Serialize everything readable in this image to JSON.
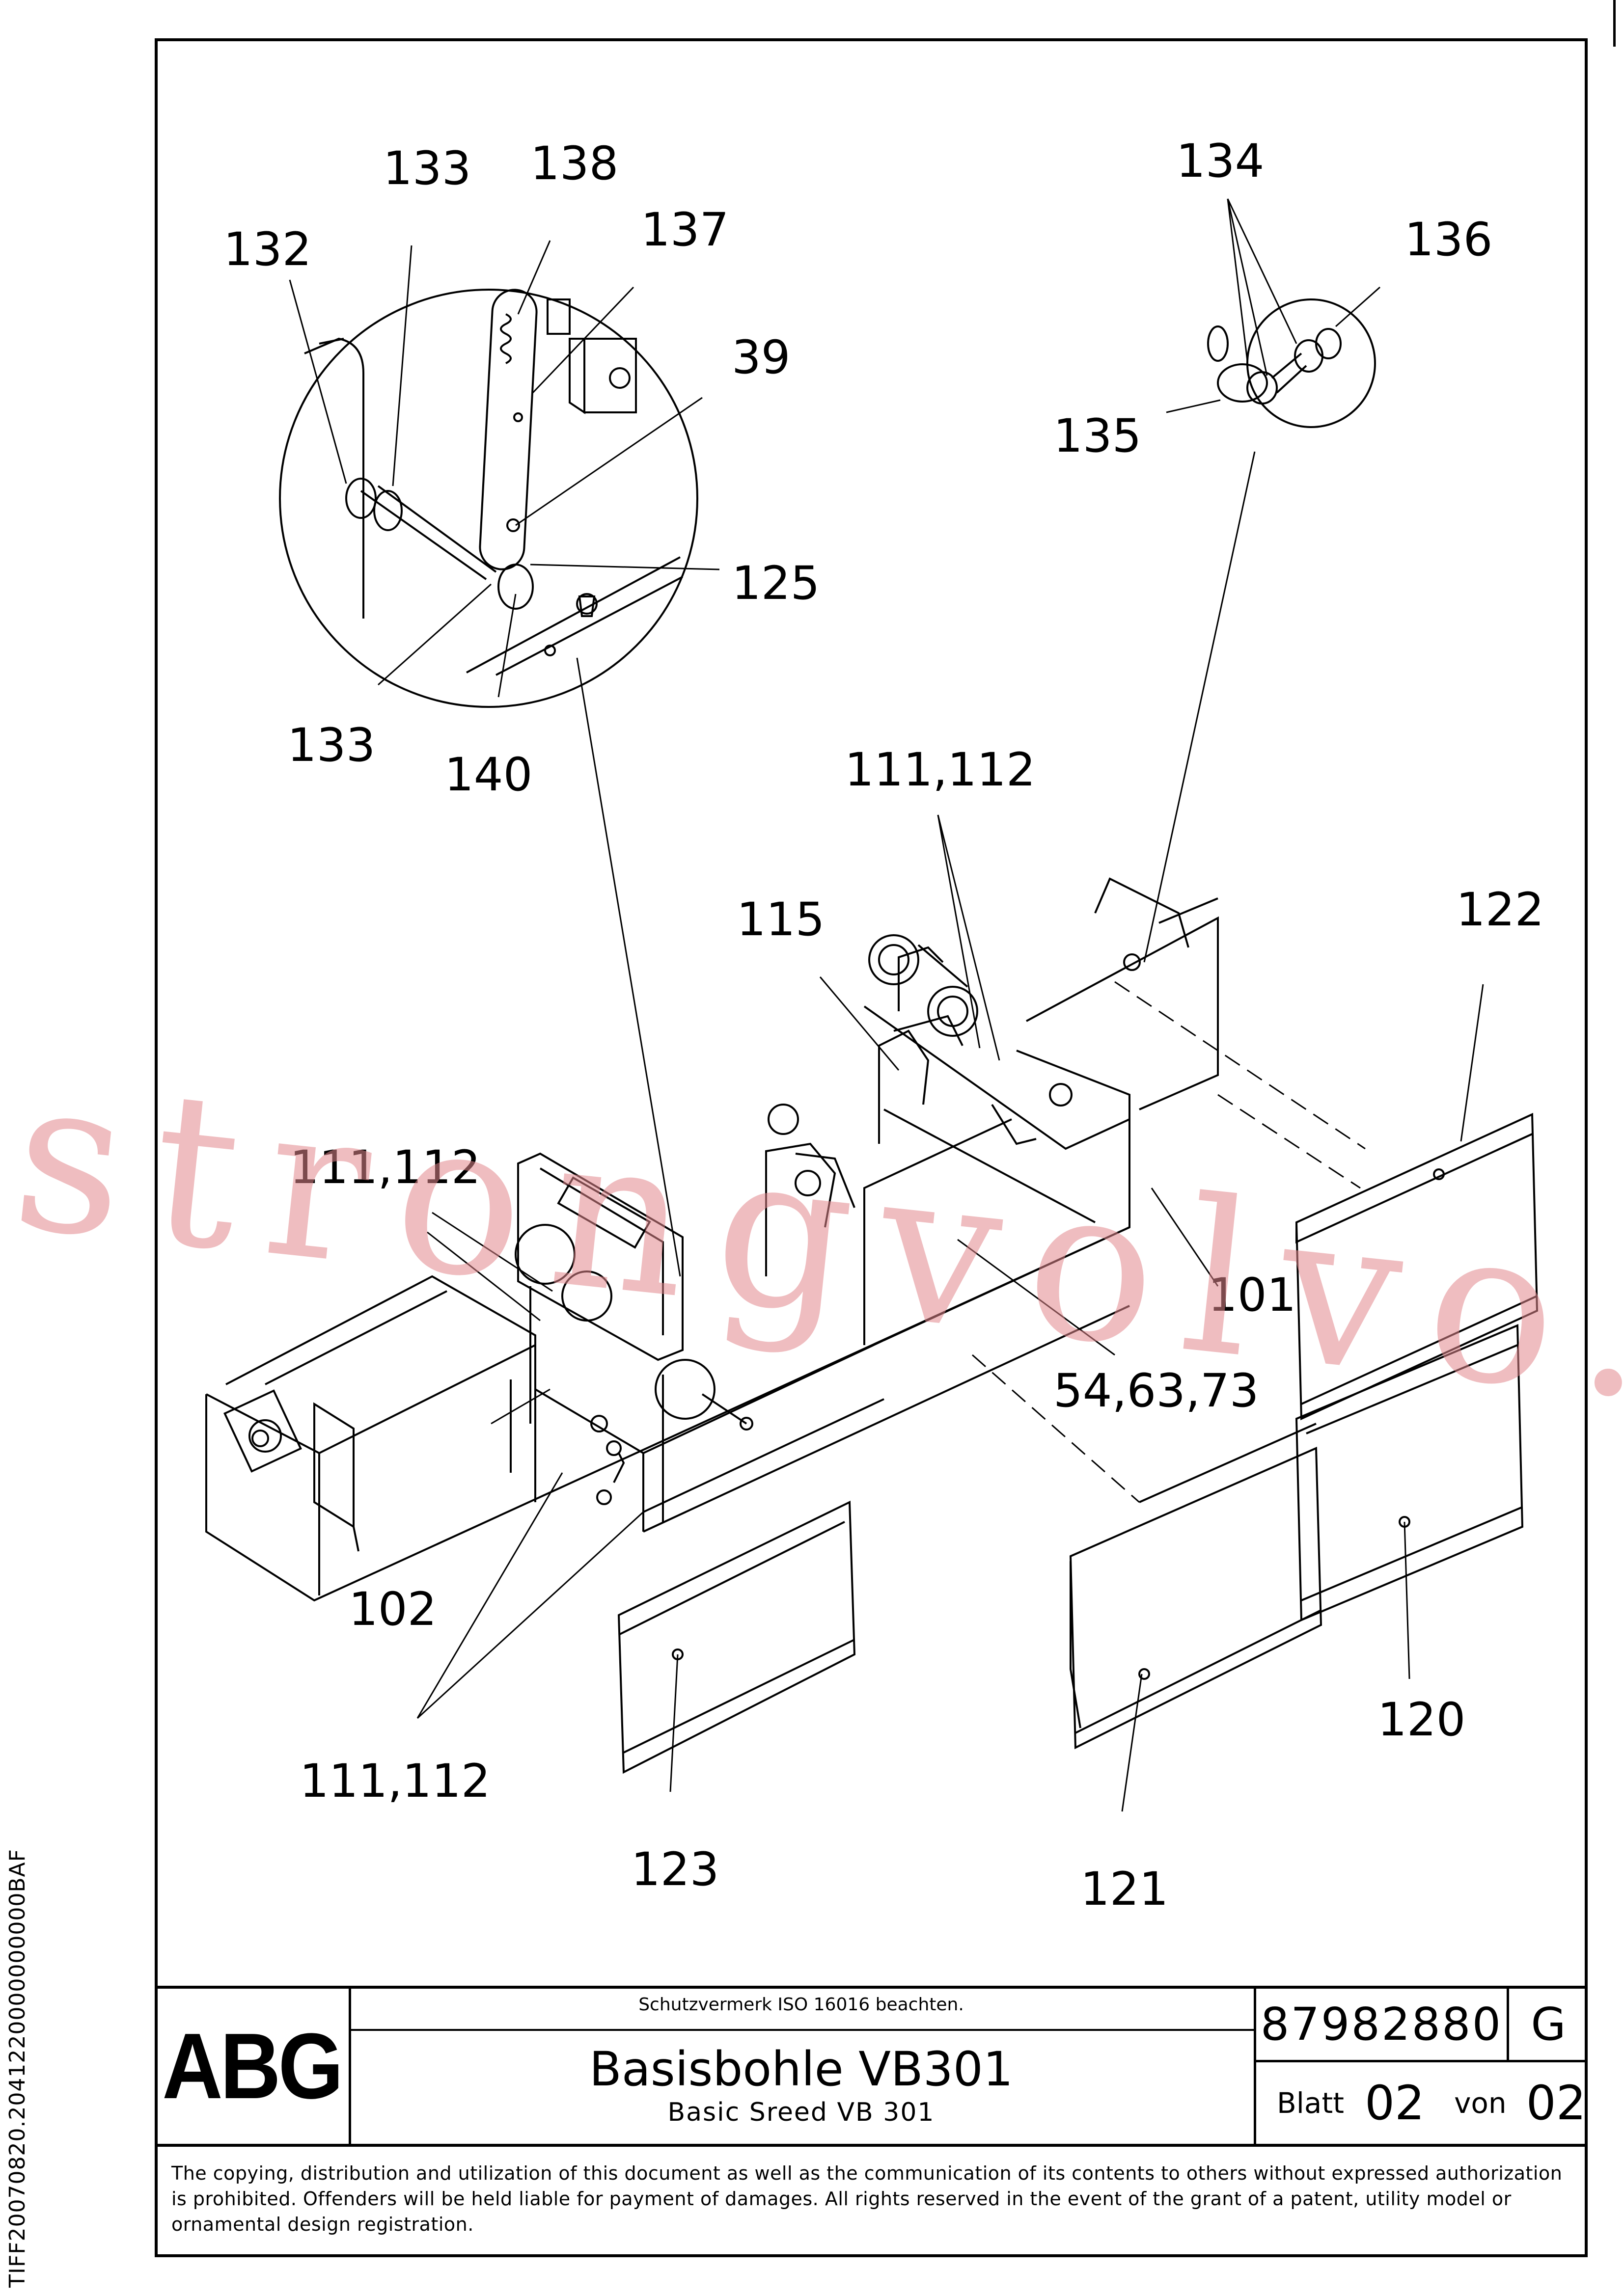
{
  "side_code": "TIFF20070820.2041220000000000BAF",
  "watermark": "strongvolvo.com",
  "callouts": {
    "c132": "132",
    "c133_top": "133",
    "c138": "138",
    "c137": "137",
    "c39": "39",
    "c125": "125",
    "c133_bottom": "133",
    "c140": "140",
    "c134": "134",
    "c136": "136",
    "c135": "135",
    "c111_112_top": "111,112",
    "c115": "115",
    "c122": "122",
    "c111_112_left": "111,112",
    "c101": "101",
    "c54_63_73": "54,63,73",
    "c102": "102",
    "c111_112_bottom": "111,112",
    "c123": "123",
    "c121": "121",
    "c120": "120"
  },
  "title_block": {
    "logo": "ABG",
    "copyright_note": "Schutzvermerk ISO 16016 beachten.",
    "title_de": "Basisbohle VB301",
    "title_en": "Basic Sreed VB 301",
    "part_number": "87982880",
    "revision": "G",
    "sheet_label": "Blatt",
    "sheet_number": "02",
    "sheet_of_label": "von",
    "sheet_total": "02"
  },
  "disclaimer": "The copying, distribution and utilization of this document as well as the communication of its contents to others without expressed authorization is prohibited. Offenders will be held liable for payment of damages. All rights reserved in the event of the grant of a patent, utility model or ornamental design registration."
}
